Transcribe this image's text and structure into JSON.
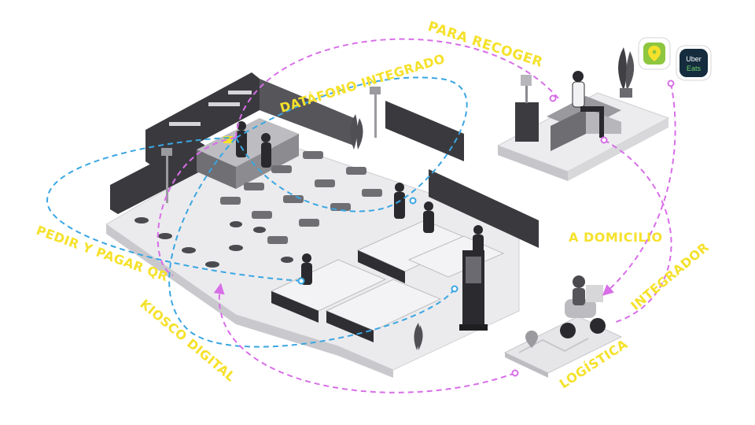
{
  "labels": {
    "pickup": "PARA RECOGER",
    "datafono": "DATÁFONO INTEGRADO",
    "qr": "PEDIR Y PAGAR QR",
    "kiosk": "KIOSCO DIGITAL",
    "delivery": "A DOMICILIO",
    "integrator": "INTEGRADOR",
    "logistics": "LOGÍSTICA"
  },
  "apps": {
    "uber_line1": "Uber",
    "uber_line2": "Eats"
  },
  "icons": {
    "rappi": "map-pin-icon",
    "uber": "uber-eats-icon"
  },
  "colors": {
    "label_yellow": "#f5e12b",
    "flow_pink": "#d86ee8",
    "flow_blue": "#3aa6e2",
    "floor": "#e8e8ea",
    "wall": "#3a3a3e",
    "furniture": "#7d7d82",
    "rappi_green": "#8ec63f",
    "uber_bg": "#142c3d"
  }
}
